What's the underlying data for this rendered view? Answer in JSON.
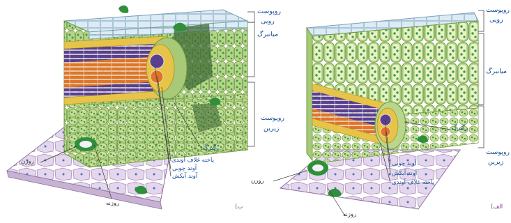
{
  "colors": {
    "label_text": "#1b4f9c",
    "leader_line": "#3a3a3a",
    "upper_epidermis": "#d7e7f2",
    "palisade": "#a8c977",
    "chloroplast": "#3f9a3a",
    "spongy": "#c7dc9a",
    "xylem": "#5b3f8f",
    "phloem": "#e0742b",
    "bundle_sheath": "#e6c44a",
    "lower_epidermis": "#d9c8e3",
    "stoma_ring": "#2f8f3a"
  },
  "icons": [
    "stoma-icon"
  ],
  "figures": {
    "right": {
      "corner_label": "الف)",
      "labels": {
        "upper_epidermis_line1": "روپوست",
        "upper_epidermis_line2": "رویی",
        "mesophyll": "میانبرگ",
        "lower_epidermis_line1": "روپوست",
        "lower_epidermis_line2": "زیرین",
        "vein": "رگبرگ",
        "xylem": "آوند چوبی",
        "phloem": "آوند آبکش",
        "bundle_sheath": "یاخته غلاف آوندی",
        "stoma": "روزن",
        "guard_cell": "روزنه"
      }
    },
    "left": {
      "corner_label": "ب)",
      "labels": {
        "upper_epidermis_line1": "روپوست",
        "upper_epidermis_line2": "رویی",
        "mesophyll": "میانبرگ",
        "lower_epidermis_line1": "روپوست",
        "lower_epidermis_line2": "زیرین",
        "vein": "رگبرگ",
        "bundle_sheath": "یاخته غلاف آوندی",
        "xylem": "آوند چوبی",
        "phloem": "آوند آبکش",
        "stoma": "روزن",
        "guard_cell": "روزنه"
      }
    }
  }
}
